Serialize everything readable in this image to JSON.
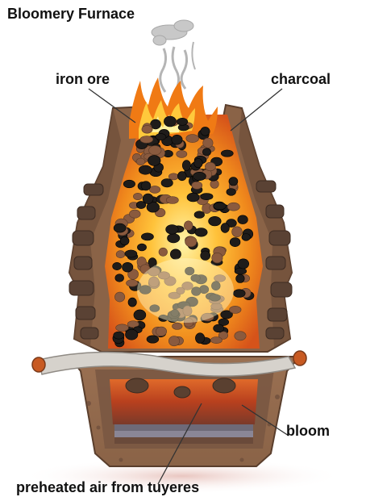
{
  "title": "Bloomery Furnace",
  "labels": {
    "iron_ore": "iron ore",
    "charcoal": "charcoal",
    "bloom": "bloom",
    "preheated_air": "preheated air from tuyeres"
  },
  "colors": {
    "clay_wall": "#8a6347",
    "clay_dark": "#6a4a36",
    "clay_light": "#a88266",
    "fire_orange": "#f08a1c",
    "fire_yellow": "#ffd54a",
    "fire_red": "#d23a1a",
    "ore": "#8a5a3e",
    "charcoal": "#1f1c1a",
    "smoke": "#bfbfbf",
    "bloom_glow": "#c04a22"
  },
  "icons": [
    "smoke",
    "flame",
    "iron-ore-lump",
    "charcoal-lump",
    "tuyere-pipe",
    "bloom-mass"
  ]
}
